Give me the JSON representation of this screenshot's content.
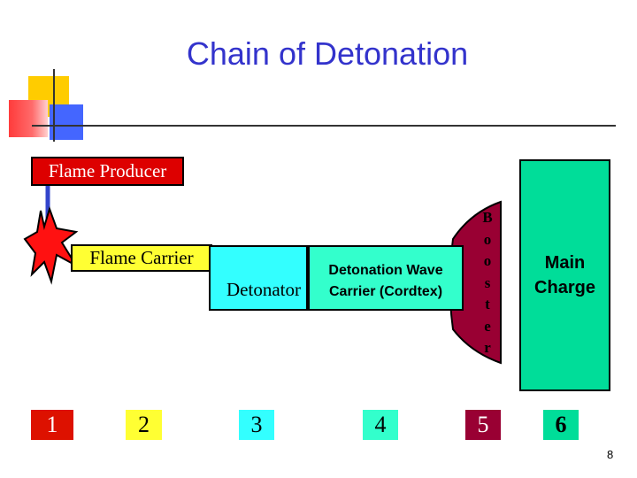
{
  "slide": {
    "title": "Chain of Detonation",
    "page_number": "8"
  },
  "diagram": {
    "flame_producer": "Flame Producer",
    "flame_carrier": "Flame Carrier",
    "detonator": "Detonator",
    "wave_carrier_line1": "Detonation Wave",
    "wave_carrier_line2": "Carrier (Cordtex)",
    "booster_letters": [
      "B",
      "o",
      "o",
      "s",
      "t",
      "e",
      "r"
    ],
    "main_charge_line1": "Main",
    "main_charge_line2": "Charge"
  },
  "step_numbers": [
    "1",
    "2",
    "3",
    "4",
    "5",
    "6"
  ],
  "colors": {
    "title": "#3333cc",
    "flame_producer": "#dd0000",
    "flame_carrier": "#ffff33",
    "detonator": "#33ffff",
    "wave_carrier": "#33ffcc",
    "booster": "#990033",
    "main_charge": "#00dd99",
    "arrow": "#3344cc"
  }
}
